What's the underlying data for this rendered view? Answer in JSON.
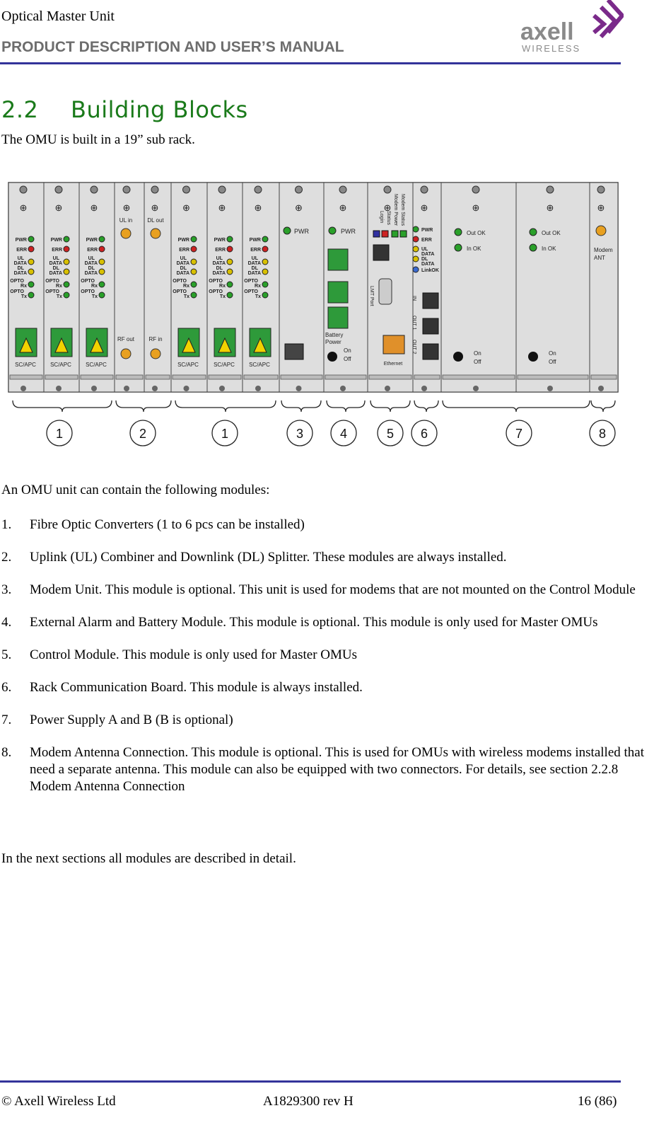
{
  "header": {
    "line1": "Optical Master Unit",
    "line2": "PRODUCT DESCRIPTION AND USER’S MANUAL",
    "logo_text": "axell",
    "logo_sub": "WIRELESS"
  },
  "section": {
    "number": "2.2",
    "title": "Building Blocks"
  },
  "intro": "The OMU is built in a 19” sub rack.",
  "figure": {
    "callouts": [
      "1",
      "2",
      "1",
      "3",
      "4",
      "5",
      "6",
      "7",
      "8"
    ],
    "labels": {
      "pwr": "PWR",
      "err": "ERR",
      "ul": "UL",
      "dl": "DL",
      "data": "DATA",
      "opto": "OPTO",
      "rx": "Rx",
      "tx": "Tx",
      "scapc": "SC/APC",
      "ul_in": "UL in",
      "dl_out": "DL out",
      "rf_out": "RF out",
      "rf_in": "RF in",
      "battery": "Battery",
      "power": "Power",
      "on": "On",
      "off": "Off",
      "modem_status": "Modem Status",
      "modem_power": "Modem Power",
      "status": "Status",
      "login": "Login",
      "lmt_port": "LMT Port",
      "ethernet": "Ethernet",
      "in": "IN",
      "out1": "OUT 1",
      "out2": "OUT 2",
      "linkok": "LinkOK",
      "out_ok": "Out OK",
      "in_ok": "In OK",
      "modem": "Modem",
      "ant": "ANT"
    }
  },
  "lead": "An OMU unit can contain the following modules:",
  "items": [
    "Fibre Optic Converters (1 to 6 pcs can be installed)",
    "Uplink (UL) Combiner and Downlink (DL) Splitter. These modules are always installed.",
    "Modem Unit. This module is optional. This unit is used for modems that are not mounted on the Control Module",
    "External Alarm and Battery Module. This module is optional. This module is only used for Master OMUs",
    "Control Module. This module is only used for Master OMUs",
    "Rack Communication Board. This module is always installed.",
    "Power Supply A and B (B is optional)",
    "Modem Antenna Connection. This module is optional. This is used for OMUs with wireless modems installed that need a separate antenna. This module can also be equipped with two connectors. For details, see section 2.2.8 Modem Antenna Connection"
  ],
  "item_numbers": [
    "1.",
    "2.",
    "3.",
    "4.",
    "5.",
    "6.",
    "7.",
    "8."
  ],
  "outro": "In the next sections all modules are described in detail.",
  "footer": {
    "left": "© Axell Wireless Ltd",
    "center": "A1829300 rev H",
    "right": "16 (86)"
  },
  "colors": {
    "rule": "#33339a",
    "heading": "#1a7a1a",
    "logo_purple": "#7a2a8a",
    "logo_gray": "#8a8a8a"
  }
}
